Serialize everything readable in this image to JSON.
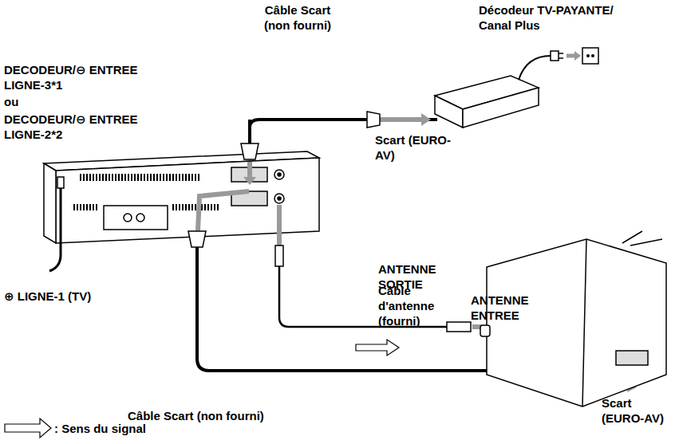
{
  "diagram": {
    "labels": [
      "Câble Scart (non fourni)",
      "Décodeur TV-PAYANTE/ Canal Plus",
      "DECODEUR/⊖ ENTREE LIGNE-3*1",
      "ou",
      "DECODEUR/⊖ ENTREE LIGNE-2*2",
      "Scart (EURO-AV)",
      "⊕ LIGNE-1 (TV)",
      "ANTENNE SORTIE",
      "Câble d'antenne (fourni)",
      "ANTENNE ENTREE",
      "Câble Scart (non fourni)",
      "Scart (EURO-AV)"
    ],
    "legend": [
      {
        "text": ": Sens du signal"
      }
    ]
  }
}
